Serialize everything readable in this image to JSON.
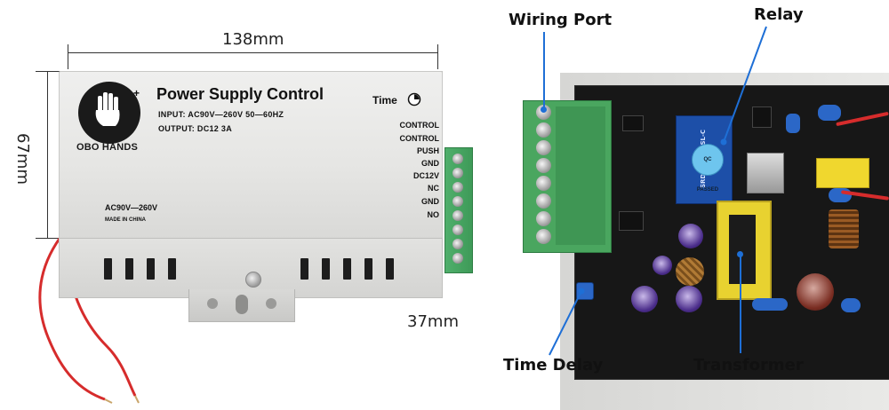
{
  "dimensions": {
    "width_label": "138mm",
    "height_label": "67mm",
    "depth_label": "37mm"
  },
  "enclosure": {
    "brand_text": "OBO HANDS",
    "title": "Power Supply Control",
    "input_spec": "INPUT: AC90V—260V 50—60HZ",
    "output_spec": "OUTPUT: DC12 3A",
    "time_label": "Time",
    "voltage_label": "AC90V—260V",
    "made_in": "MADE IN CHINA",
    "terminals": [
      "CONTROL",
      "CONTROL",
      "PUSH",
      "GND",
      "DC12V",
      "NC",
      "GND",
      "NO"
    ]
  },
  "pcb": {
    "relay_model": "SRD-12VDC-SL-C",
    "qc_sticker": "QC PASSED",
    "annotations": {
      "wiring_port": "Wiring Port",
      "relay": "Relay",
      "time_delay": "Time Delay",
      "transformer": "Transformer"
    }
  },
  "colors": {
    "terminal_green": "#4aa65f",
    "relay_blue": "#1d4fa8",
    "transformer_yellow": "#e8d230",
    "annotation_blue": "#1e6fd6",
    "wire_red": "#d62c2c"
  }
}
